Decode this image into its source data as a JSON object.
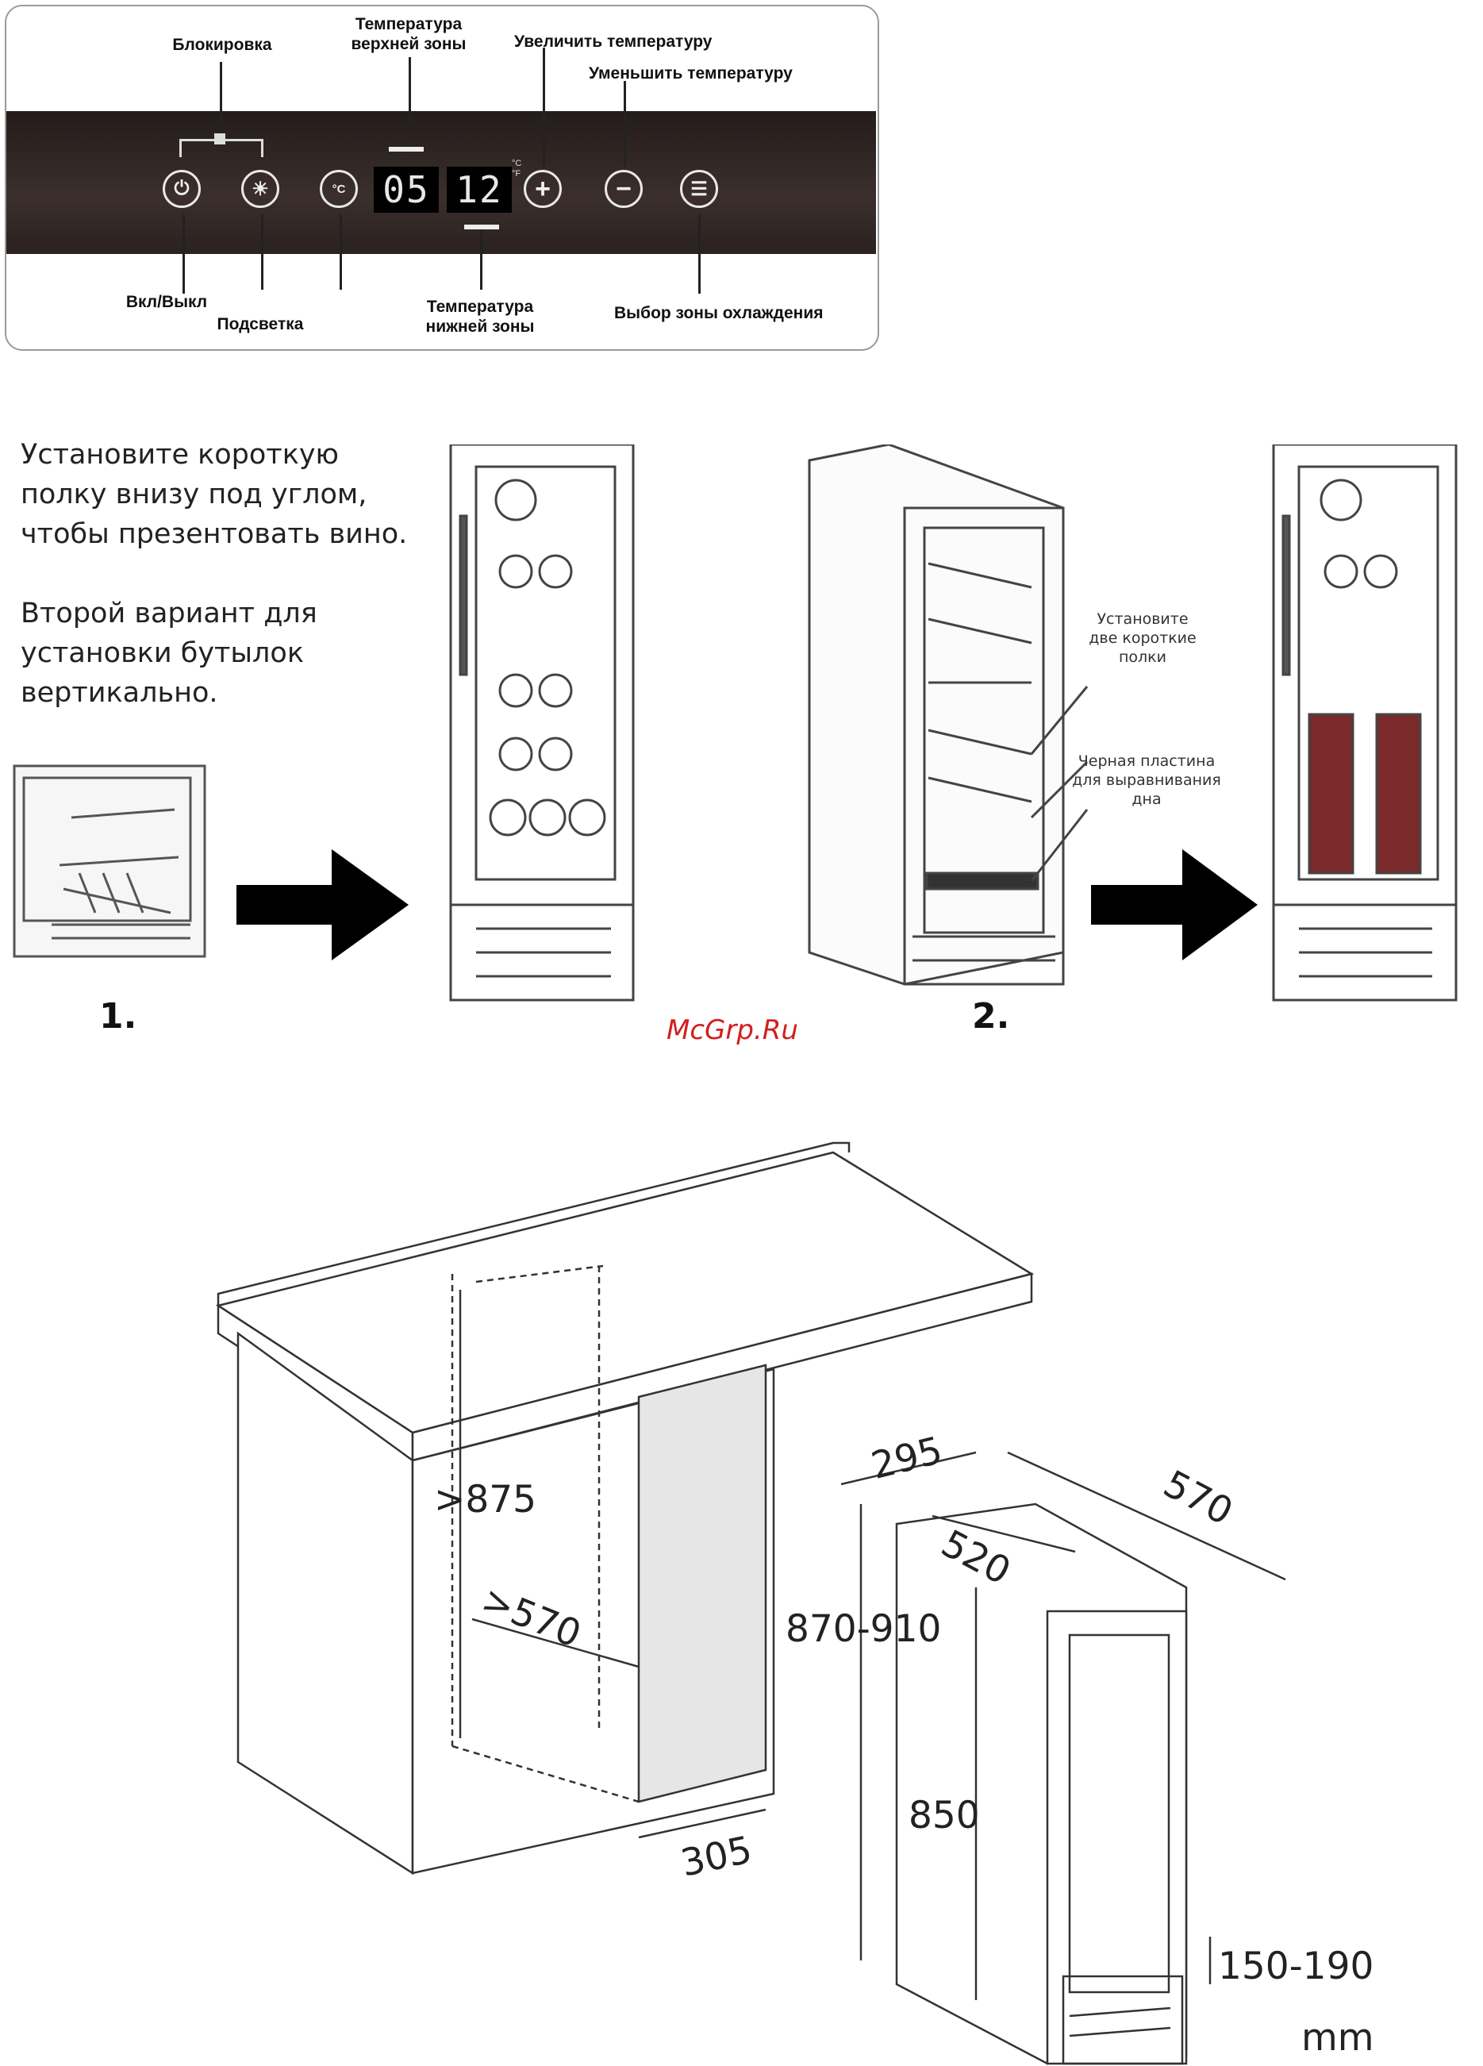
{
  "control_panel": {
    "labels": {
      "lock": "Блокировка",
      "upper_temp": "Температура\nверхней зоны",
      "increase": "Увеличить температуру",
      "decrease": "Уменьшить температуру",
      "power": "Вкл/Выкл",
      "light": "Подсветка",
      "lower_temp": "Температура\nнижней зоны",
      "zone_select": "Выбор зоны охлаждения"
    },
    "display_upper": "05",
    "display_lower": "12",
    "unit_marks": "°C\n°F",
    "buttons": {
      "power_glyph": "⏻",
      "light_glyph": "☀",
      "unit_glyph": "°C",
      "plus_glyph": "+",
      "minus_glyph": "−",
      "zone_glyph": "☰"
    }
  },
  "instructions": {
    "text_1": "Установите короткую\nполку внизу под углом,\nчтобы презентовать вино.",
    "text_2": "Второй вариант для\nустановки бутылок\nвертикально.",
    "step_1": "1.",
    "step_2": "2.",
    "note_shelves": "Установите\nдве короткие\nполки",
    "note_plate": "Черная пластина\nдля выравнивания\nдна",
    "watermark": "McGrp.Ru"
  },
  "dimensions": {
    "height_niche": ">875",
    "depth_niche": ">570",
    "width_niche": "305",
    "width_unit": "295",
    "depth_unit": "570",
    "depth_inner": "520",
    "height_total": "870-910",
    "height_body": "850",
    "plinth": "150-190",
    "unit": "mm"
  },
  "colors": {
    "panel_bg": "#2e2523",
    "arrow": "#000000",
    "watermark": "#d21f1f"
  }
}
